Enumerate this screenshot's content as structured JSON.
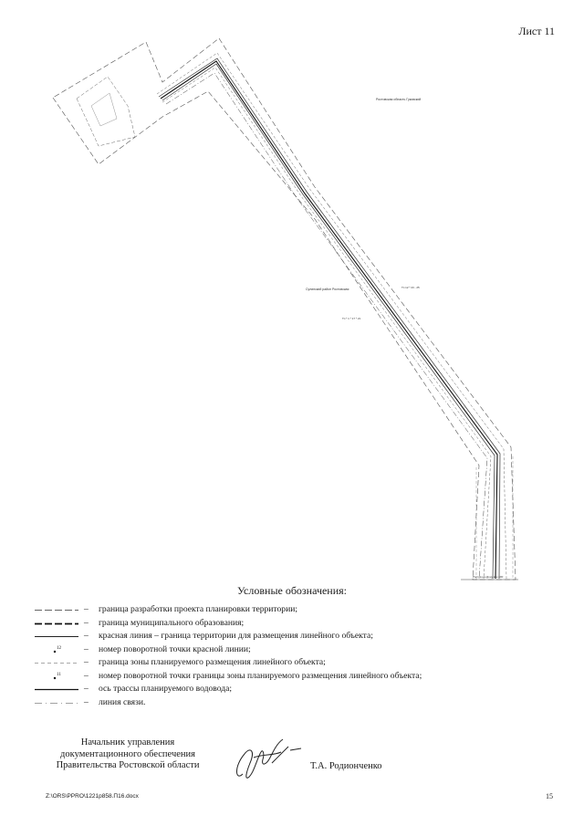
{
  "header": {
    "sheet_label": "Лист 11"
  },
  "map": {
    "labels": {
      "zone_a": "Ростовская область Гуковский",
      "zone_b": "Сулинский район Ростовская",
      "point_a": "Тп 12 * 23 - 25",
      "point_b": "Тп * 1 * 17 * 21",
      "bottom_note": "Ростов-на-Дону м-н 400"
    }
  },
  "legend": {
    "title": "Условные обозначения:",
    "separator": "–",
    "items": [
      {
        "symbol": "dash-long-thin",
        "text": "граница разработки проекта планировки территории;"
      },
      {
        "symbol": "dash-bold",
        "text": "граница муниципального образования;"
      },
      {
        "symbol": "solid-thin",
        "text": "красная линия – граница территории для размещения линейного объекта;"
      },
      {
        "symbol": "point-red",
        "point_number": "12",
        "text": "номер поворотной точки красной линии;"
      },
      {
        "symbol": "dash-short-thin",
        "text": "граница зоны планируемого размещения линейного объекта;"
      },
      {
        "symbol": "point-zone",
        "point_number": "11",
        "text": "номер поворотной точки границы зоны планируемого размещения линейного объекта;"
      },
      {
        "symbol": "solid-medium",
        "text": "ось трассы планируемого водовода;"
      },
      {
        "symbol": "dot-dash",
        "text": "линия связи."
      }
    ]
  },
  "signature": {
    "position_line1": "Начальник управления",
    "position_line2": "документационного обеспечения",
    "position_line3": "Правительства Ростовской области",
    "name": "Т.А. Родионченко"
  },
  "footer": {
    "file_ref": "Z:\\ORS\\PPRO\\1221p858.П16.docx",
    "page_number": "15"
  }
}
